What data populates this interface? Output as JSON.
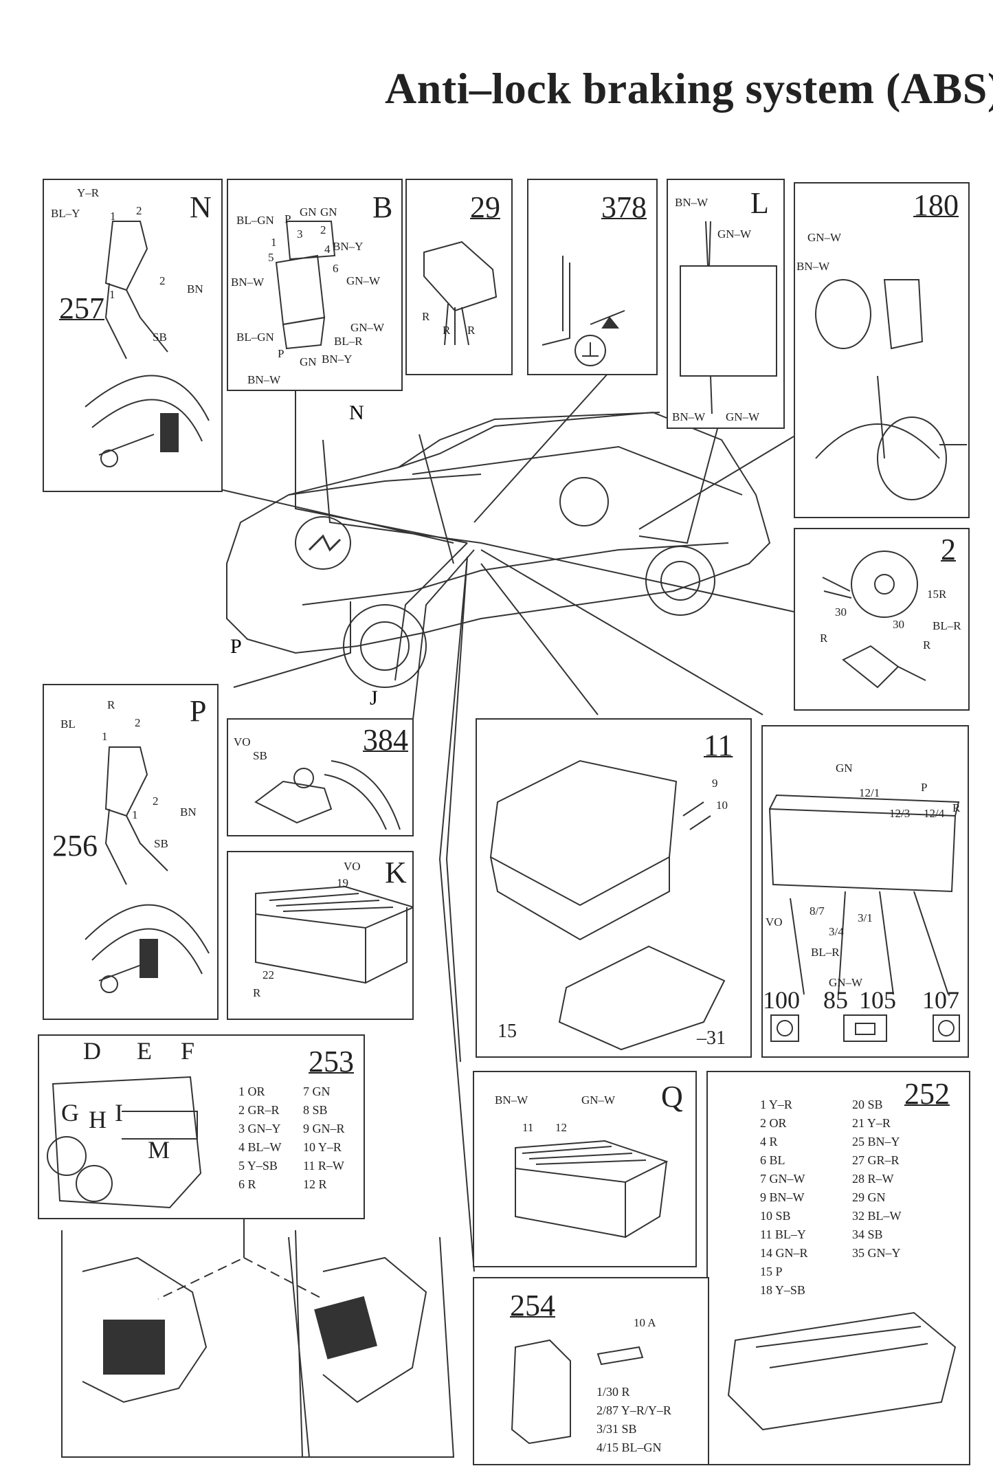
{
  "title": "Anti–lock braking system (ABS)",
  "panels": {
    "n": {
      "letter": "N",
      "number": "257",
      "labels": [
        "Y–R",
        "BL–Y",
        "1",
        "2",
        "2",
        "1",
        "BN",
        "SB"
      ]
    },
    "b": {
      "letter": "B",
      "labels": [
        "BL–GN",
        "P",
        "GN",
        "GN",
        "1",
        "3",
        "2",
        "BN–Y",
        "4",
        "5",
        "6",
        "BN–W",
        "GN–W",
        "GN–W",
        "BL–GN",
        "BL–R",
        "P",
        "GN",
        "BN–Y",
        "BN–W"
      ]
    },
    "p29": {
      "number": "29",
      "labels": [
        "R",
        "R",
        "R"
      ]
    },
    "p378": {
      "number": "378"
    },
    "l": {
      "letter": "L",
      "labels": [
        "BN–W",
        "GN–W",
        "BN–W",
        "GN–W"
      ]
    },
    "p180": {
      "number": "180",
      "labels": [
        "GN–W",
        "BN–W"
      ]
    },
    "p2": {
      "number": "2",
      "labels": [
        "15R",
        "BL–R",
        "30",
        "30",
        "R",
        "R"
      ]
    },
    "p": {
      "letter": "P",
      "number": "256",
      "labels": [
        "R",
        "BL",
        "1",
        "2",
        "2",
        "1",
        "BN",
        "SB"
      ]
    },
    "p384": {
      "number": "384",
      "labels": [
        "VO",
        "SB"
      ]
    },
    "k": {
      "letter": "K",
      "labels": [
        "VO",
        "19",
        "22",
        "R"
      ]
    },
    "p11": {
      "number": "11",
      "labels": [
        "9",
        "10",
        "15",
        "–31"
      ]
    },
    "cluster": {
      "labels": [
        "GN",
        "12/1",
        "P",
        "12/3",
        "12/4",
        "R",
        "8/7",
        "VO",
        "3/4",
        "3/1",
        "BL–R",
        "GN–W"
      ],
      "numbers": [
        "100",
        "85",
        "105",
        "107"
      ]
    },
    "p253": {
      "number": "253",
      "letters": [
        "D",
        "E",
        "F",
        "G",
        "H",
        "I",
        "M"
      ],
      "col1": [
        "1 OR",
        "2 GR–R",
        "3 GN–Y",
        "4 BL–W",
        "5 Y–SB",
        "6 R"
      ],
      "col2": [
        "7 GN",
        "8 SB",
        "9 GN–R",
        "10 Y–R",
        "11 R–W",
        "12 R"
      ]
    },
    "q": {
      "letter": "Q",
      "labels": [
        "BN–W",
        "GN–W",
        "11",
        "12"
      ]
    },
    "p252": {
      "number": "252",
      "col1": [
        "1 Y–R",
        "2 OR",
        "4 R",
        "6 BL",
        "7 GN–W",
        "9 BN–W",
        "10 SB",
        "11 BL–Y",
        "14 GN–R",
        "15 P",
        "18 Y–SB"
      ],
      "col2": [
        "20 SB",
        "21 Y–R",
        "25 BN–Y",
        "27 GR–R",
        "28 R–W",
        "29 GN",
        "32 BL–W",
        "34 SB",
        "35 GN–Y"
      ]
    },
    "p254": {
      "number": "254",
      "fuse": "10 A",
      "pins": [
        "1/30 R",
        "2/87 Y–R/Y–R",
        "3/31 SB",
        "4/15 BL–GN"
      ]
    }
  },
  "callouts": {
    "n": "N",
    "p": "P",
    "j": "J"
  }
}
